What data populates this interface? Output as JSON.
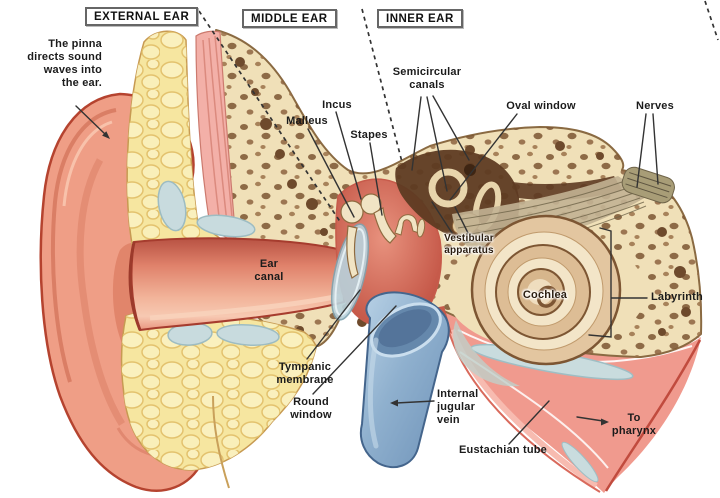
{
  "sections": {
    "external_ear": "EXTERNAL EAR",
    "middle_ear": "MIDDLE EAR",
    "inner_ear": "INNER EAR"
  },
  "annotations": {
    "pinna_note": "The pinna\ndirects sound\nwaves into\nthe ear.",
    "semicircular_canals": "Semicircular\ncanals",
    "incus": "Incus",
    "malleus": "Malleus",
    "stapes": "Stapes",
    "oval_window": "Oval window",
    "nerves": "Nerves",
    "vestibular_apparatus": "Vestibular\napparatus",
    "ear_canal": "Ear\ncanal",
    "cochlea": "Cochlea",
    "labyrinth": "Labyrinth",
    "tympanic_membrane": "Tympanic\nmembrane",
    "round_window": "Round\nwindow",
    "internal_jugular_vein": "Internal\njugular\nvein",
    "eustachian_tube": "Eustachian tube",
    "to_pharynx": "To\npharynx"
  },
  "colors": {
    "skin": "#EF9E86",
    "skin_outline": "#B5432F",
    "fat": "#F6E6A0",
    "bone": "#F0E0B8",
    "bone_spot": "#7C5532",
    "cartilage": "#C8DBDE",
    "cavity_red": "#C75B4B",
    "membrane": "#B9D2DC",
    "vein": "#86A7C8",
    "tube_pink": "#F09A8E",
    "cochlea": "#E3C6A0",
    "ink": "#333333"
  }
}
